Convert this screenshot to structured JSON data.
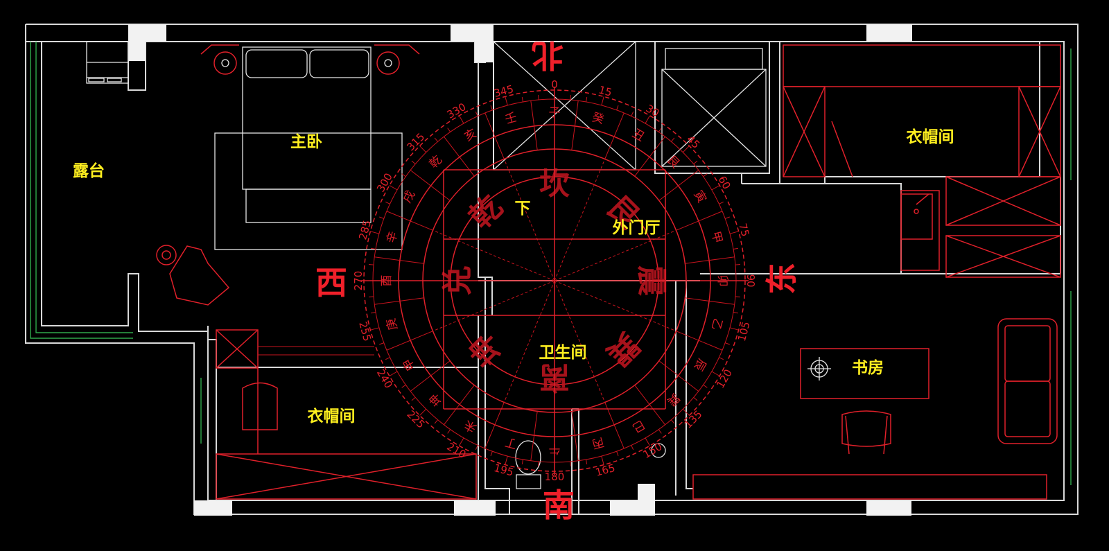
{
  "rooms": {
    "master_bedroom": "主卧",
    "terrace": "露台",
    "wardrobe_right": "衣帽间",
    "wardrobe_left": "衣帽间",
    "down": "下",
    "outer_hall": "外门厅",
    "bathroom": "卫生间",
    "study": "书房"
  },
  "directions": {
    "north": "北",
    "south": "南",
    "east": "东",
    "west": "西"
  },
  "compass": {
    "degrees": [
      "0",
      "15",
      "30",
      "45",
      "60",
      "75",
      "90",
      "105",
      "120",
      "135",
      "150",
      "165",
      "180",
      "195",
      "210",
      "225",
      "240",
      "255",
      "270",
      "285",
      "300",
      "315",
      "330",
      "345"
    ],
    "ring_characters": [
      "子",
      "癸",
      "丑",
      "艮",
      "寅",
      "甲",
      "卯",
      "乙",
      "辰",
      "巽",
      "巳",
      "丙",
      "午",
      "丁",
      "未",
      "坤",
      "申",
      "庚",
      "酉",
      "辛",
      "戌",
      "乾",
      "亥",
      "壬"
    ],
    "trigrams": [
      "坎",
      "艮",
      "震",
      "巽",
      "离",
      "坤",
      "兑",
      "乾"
    ],
    "colors": {
      "lines": "#e0202a",
      "labels": "#ffef1f",
      "walls": "#d9d9d9"
    }
  }
}
